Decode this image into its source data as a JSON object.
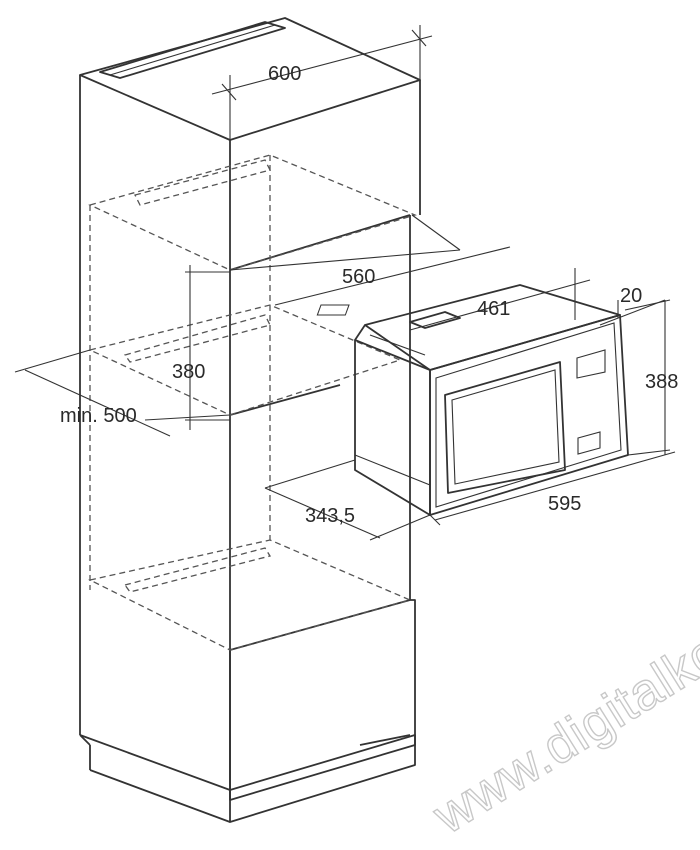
{
  "dimensions": {
    "cabinet_width": "600",
    "inner_depth": "560",
    "niche_height": "380",
    "min_depth": "min. 500",
    "mount_offset": "343,5",
    "oven_depth": "461",
    "frame_depth": "20",
    "oven_height": "388",
    "oven_width": "595"
  },
  "watermark": "www.digitalko.hu",
  "colors": {
    "line": "#333333",
    "watermark": "#c8c8c8"
  }
}
